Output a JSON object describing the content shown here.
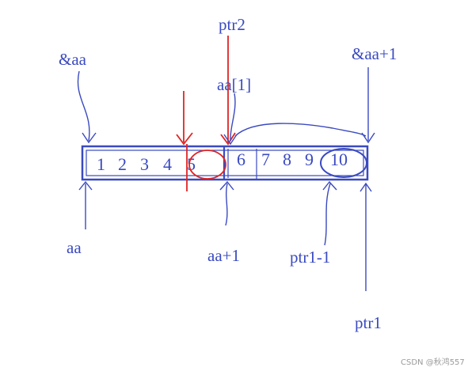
{
  "labels": {
    "ptr2": "ptr2",
    "addr_aa": "&aa",
    "addr_aa_plus1": "&aa+1",
    "aa_index1": "aa[1]",
    "aa": "aa",
    "aa_plus1": "aa+1",
    "ptr1_minus1": "ptr1-1",
    "ptr1": "ptr1"
  },
  "cells": [
    "1",
    "2",
    "3",
    "4",
    "5",
    "6",
    "7",
    "8",
    "9",
    "10"
  ],
  "watermark": "CSDN @秋鸿557",
  "colors": {
    "ink": "#3a4ac0",
    "highlight": "#e02424",
    "watermark": "#9a9a9a"
  }
}
